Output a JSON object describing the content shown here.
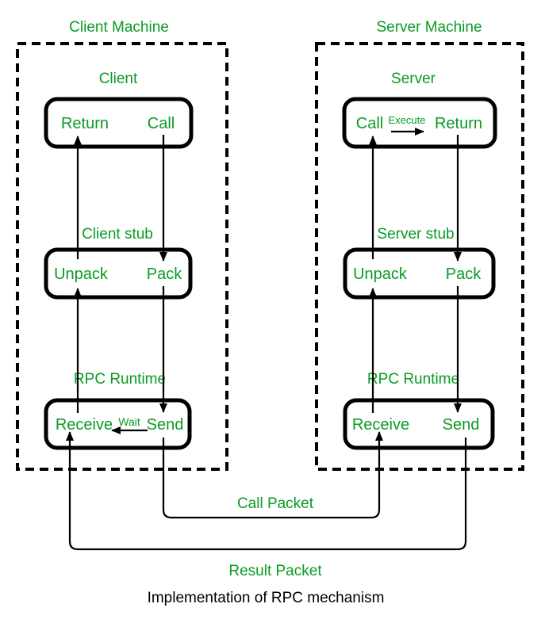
{
  "colors": {
    "green": "#0a9b23",
    "line": "#000000"
  },
  "client": {
    "title": "Client Machine",
    "label": "Client",
    "box1_left": "Return",
    "box1_right": "Call",
    "stub_label": "Client stub",
    "box2_left": "Unpack",
    "box2_right": "Pack",
    "runtime_label": "RPC Runtime",
    "box3_left": "Receive",
    "box3_wait": "Wait",
    "box3_right": "Send"
  },
  "server": {
    "title": "Server Machine",
    "label": "Server",
    "box1_left": "Call",
    "box1_execute": "Execute",
    "box1_right": "Return",
    "stub_label": "Server stub",
    "box2_left": "Unpack",
    "box2_right": "Pack",
    "runtime_label": "RPC Runtime",
    "box3_left": "Receive",
    "box3_right": "Send"
  },
  "packets": {
    "call_label": "Call Packet",
    "result_label": "Result Packet"
  },
  "caption": "Implementation of RPC mechanism"
}
